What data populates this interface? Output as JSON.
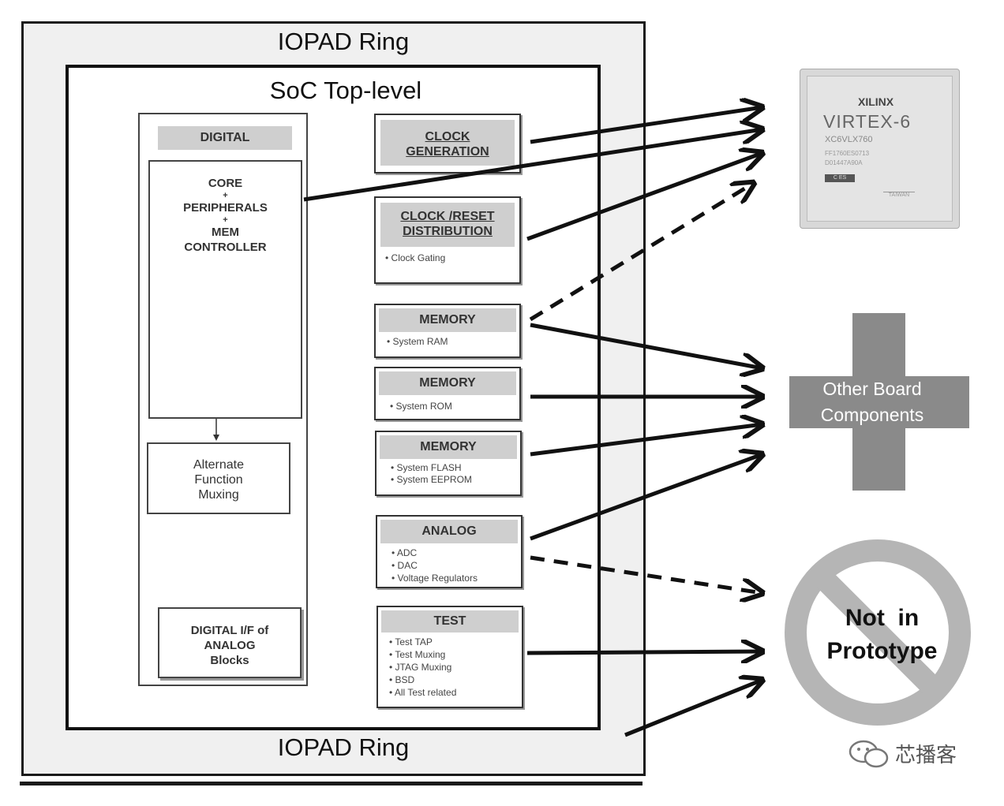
{
  "iopad_ring": {
    "top_label": "IOPAD Ring",
    "bottom_label": "IOPAD Ring"
  },
  "soc": {
    "title": "SoC Top-level"
  },
  "digital": {
    "header": "DIGITAL",
    "core_lines": [
      "CORE",
      "+",
      "PERIPHERALS",
      "+",
      "MEM",
      "CONTROLLER"
    ],
    "alt_mux_lines": [
      "Alternate",
      "Function",
      "Muxing"
    ],
    "digital_if_lines": [
      "DIGITAL I/F of",
      "ANALOG",
      "Blocks"
    ]
  },
  "blocks": {
    "clock_gen": {
      "lines": [
        "CLOCK",
        "GENERATION"
      ]
    },
    "clock_reset": {
      "lines": [
        "CLOCK /RESET",
        "DISTRIBUTION"
      ],
      "bullets": [
        "Clock Gating"
      ]
    },
    "memory_ram": {
      "header": "MEMORY",
      "bullets": [
        "System RAM"
      ]
    },
    "memory_rom": {
      "header": "MEMORY",
      "bullets": [
        "System ROM"
      ]
    },
    "memory_flash": {
      "header": "MEMORY",
      "bullets": [
        "System FLASH",
        "System EEPROM"
      ]
    },
    "analog": {
      "header": "ANALOG",
      "bullets": [
        "ADC",
        "DAC",
        "Voltage Regulators"
      ]
    },
    "test": {
      "header": "TEST",
      "bullets": [
        "Test TAP",
        "Test Muxing",
        "JTAG Muxing",
        "BSD",
        "All Test related"
      ]
    }
  },
  "targets": {
    "fpga": {
      "brand": "XILINX",
      "family": "VIRTEX-6",
      "part": "XC6VLX760",
      "lines": [
        "FF1760ES0713",
        "D01447A90A",
        "C ES"
      ],
      "bottom": "TAIWAN"
    },
    "board": {
      "label_line1": "Other Board",
      "label_line2": "Components"
    },
    "not_in_proto": {
      "line1": "Not  in",
      "line2": "Prototype"
    }
  },
  "watermark": "芯播客",
  "colors": {
    "ring_fill": "#f0f0f0",
    "cross": "#8a8a8a",
    "no_sign": "#b5b5b5",
    "block_head": "#cfcfcf"
  }
}
